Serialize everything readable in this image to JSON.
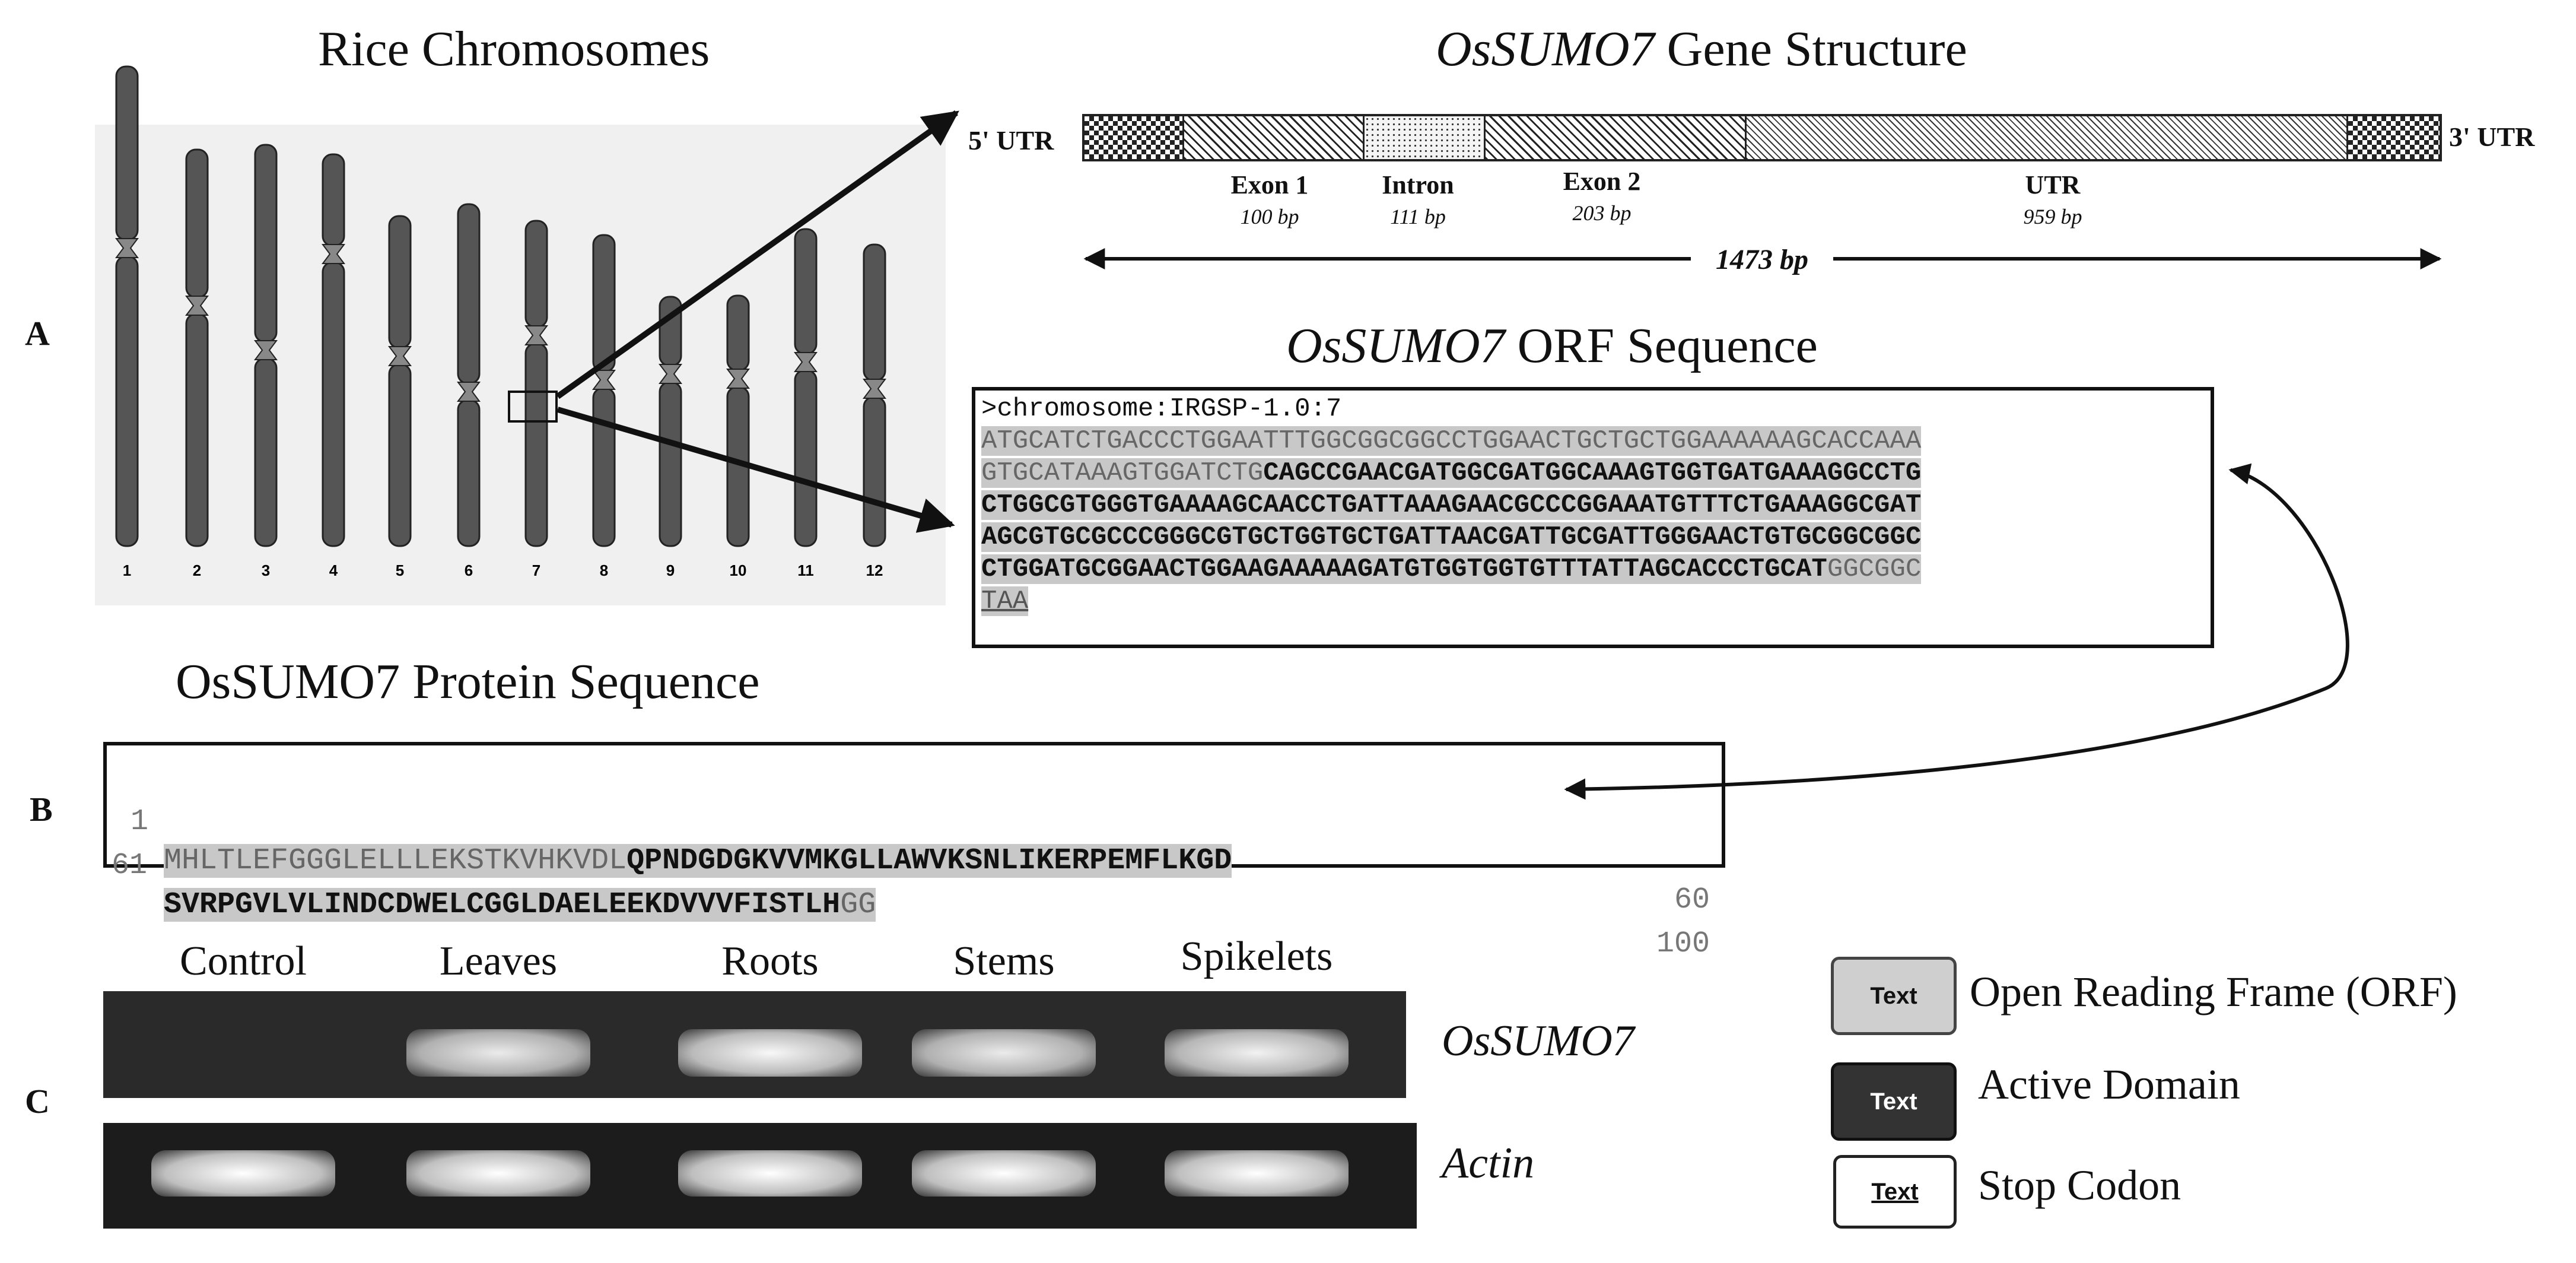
{
  "panels": [
    "A",
    "B",
    "C"
  ],
  "chromosomes": {
    "title": "Rice Chromosomes",
    "labels": [
      "1",
      "2",
      "3",
      "4",
      "5",
      "6",
      "7",
      "8",
      "9",
      "10",
      "11",
      "12"
    ]
  },
  "gene_structure": {
    "gene_name": "OsSUMO7",
    "title_suffix": " Gene Structure",
    "five_prime": "5' UTR",
    "three_prime": "3' UTR",
    "segments": [
      {
        "label": "Exon 1",
        "size": "100 bp"
      },
      {
        "label": "Intron",
        "size": "111 bp"
      },
      {
        "label": "Exon 2",
        "size": "203 bp"
      },
      {
        "label": "UTR",
        "size": "959 bp"
      }
    ],
    "total_length": "1473 bp"
  },
  "orf": {
    "gene_name": "OsSUMO7",
    "title_suffix": " ORF Sequence",
    "header": ">chromosome:IRGSP-1.0:7",
    "lines": [
      {
        "plain": "ATGCATCTGACCCTGGAATTTGGCGGCGGCCTGGAACTGCTGCTGGAAAAAAGCACCAAA",
        "bold": ""
      },
      {
        "plain": "GTGCATAAAGTGGATCTG",
        "bold": "CAGCCGAACGATGGCGATGGCAAAGTGGTGATGAAAGGCCTG"
      },
      {
        "plain": "",
        "bold": "CTGGCGTGGGTGAAAAGCAACCTGATTAAAGAACGCCCGGAAATGTTTCTGAAAGGCGAT"
      },
      {
        "plain": "",
        "bold": "AGCGTGCGCCCGGGCGTGCTGGTGCTGATTAACGATTGCGATTGGGAACTGTGCGGCGGC"
      },
      {
        "plain": "GGCGGC",
        "bold": "CTGGATGCGGAACTGGAAGAAAAAGATGTGGTGGTGTTTATTAGCACCCTGCAT"
      }
    ],
    "stop": "TAA"
  },
  "protein": {
    "title": "OsSUMO7 Protein Sequence",
    "line1": {
      "start": "1",
      "plain": "MHLTLEFGGGLELLLEKSTKVHKVDL",
      "bold": "QPNDGDGKVVMKGLLAWVKSNLIKERPEMFLKGD",
      "end": "60"
    },
    "line2": {
      "start": "61",
      "bold": "SVRPGVLVLINDCDWELCGGLDAELEEKDVVVFISTLH",
      "plain": "GG",
      "end": "100"
    }
  },
  "gel": {
    "lanes": [
      "Control",
      "Leaves",
      "Roots",
      "Stems",
      "Spikelets"
    ],
    "genes": [
      "OsSUMO7",
      "Actin"
    ],
    "ossumo7_band_intensity": [
      0.0,
      0.85,
      0.95,
      0.85,
      0.9
    ],
    "actin_band_intensity": [
      1.0,
      1.0,
      1.0,
      1.0,
      1.0
    ]
  },
  "legend": [
    {
      "swatch": "Text",
      "label": "Open Reading Frame (ORF)"
    },
    {
      "swatch": "Text",
      "label": "Active Domain"
    },
    {
      "swatch": "Text",
      "label": "Stop Codon"
    }
  ]
}
